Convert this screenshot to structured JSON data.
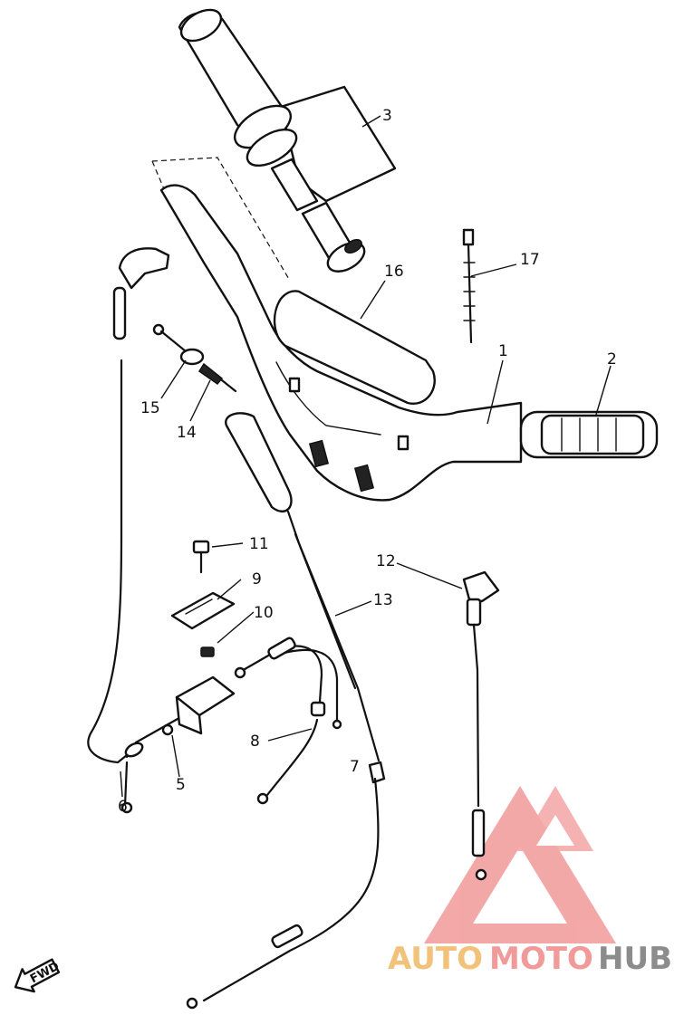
{
  "labels": {
    "p1": "1",
    "p2": "2",
    "p3": "3",
    "p5": "5",
    "p6": "6",
    "p7": "7",
    "p8": "8",
    "p9": "9",
    "p10": "10",
    "p11": "11",
    "p12": "12",
    "p13": "13",
    "p14": "14",
    "p15": "15",
    "p16": "16",
    "p17": "17"
  },
  "fwd_label": "FWD",
  "watermark": {
    "part1": "AUTO",
    "part2": "MOTO",
    "part3": "HUB",
    "colors": {
      "auto": "#f3c27a",
      "moto": "#f29a9a",
      "hub": "#8c8c8c",
      "logo": "#f08a8a"
    }
  }
}
